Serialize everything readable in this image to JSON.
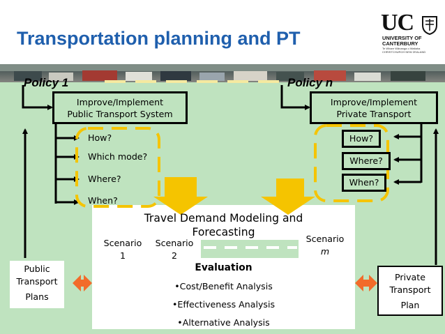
{
  "title": "Transportation planning and PT",
  "logo": {
    "mark": "UC",
    "line1": "UNIVERSITY OF",
    "line2": "CANTERBURY",
    "line3": "Te Whare Wānanga o Waitaha",
    "line4": "CHRISTCHURCH NEW ZEALAND"
  },
  "policy_left": "Policy 1",
  "policy_right": "Policy n",
  "left_box": {
    "line1": "Improve/Implement",
    "line2": "Public Transport System"
  },
  "right_box": {
    "line1": "Improve/Implement",
    "line2": "Private Transport"
  },
  "left_questions": [
    "How?",
    "Which mode?",
    "Where?",
    "When?"
  ],
  "right_questions": [
    "How?",
    "Where?",
    "When?"
  ],
  "modeling": {
    "line1": "Travel Demand Modeling and",
    "line2": "Forecasting"
  },
  "scenarios": [
    {
      "line1": "Scenario",
      "line2": "1"
    },
    {
      "line1": "Scenario",
      "line2": "2"
    },
    {
      "line1": "Scenario",
      "line2": "m"
    }
  ],
  "evaluation": {
    "heading": "Evaluation",
    "items": [
      "•Cost/Benefit Analysis",
      "•Effectiveness Analysis",
      "•Alternative Analysis"
    ]
  },
  "left_plans": {
    "line1": "Public",
    "line2": "Transport",
    "line3": "Plans"
  },
  "right_plans": {
    "line1": "Private",
    "line2": "Transport",
    "line3": "Plan"
  },
  "colors": {
    "title": "#1f5fad",
    "panel": "#bfe3bf",
    "dash_yellow": "#f5c400",
    "dash_green": "#d9ecb0",
    "arrow_orange": "#f26b2a"
  }
}
